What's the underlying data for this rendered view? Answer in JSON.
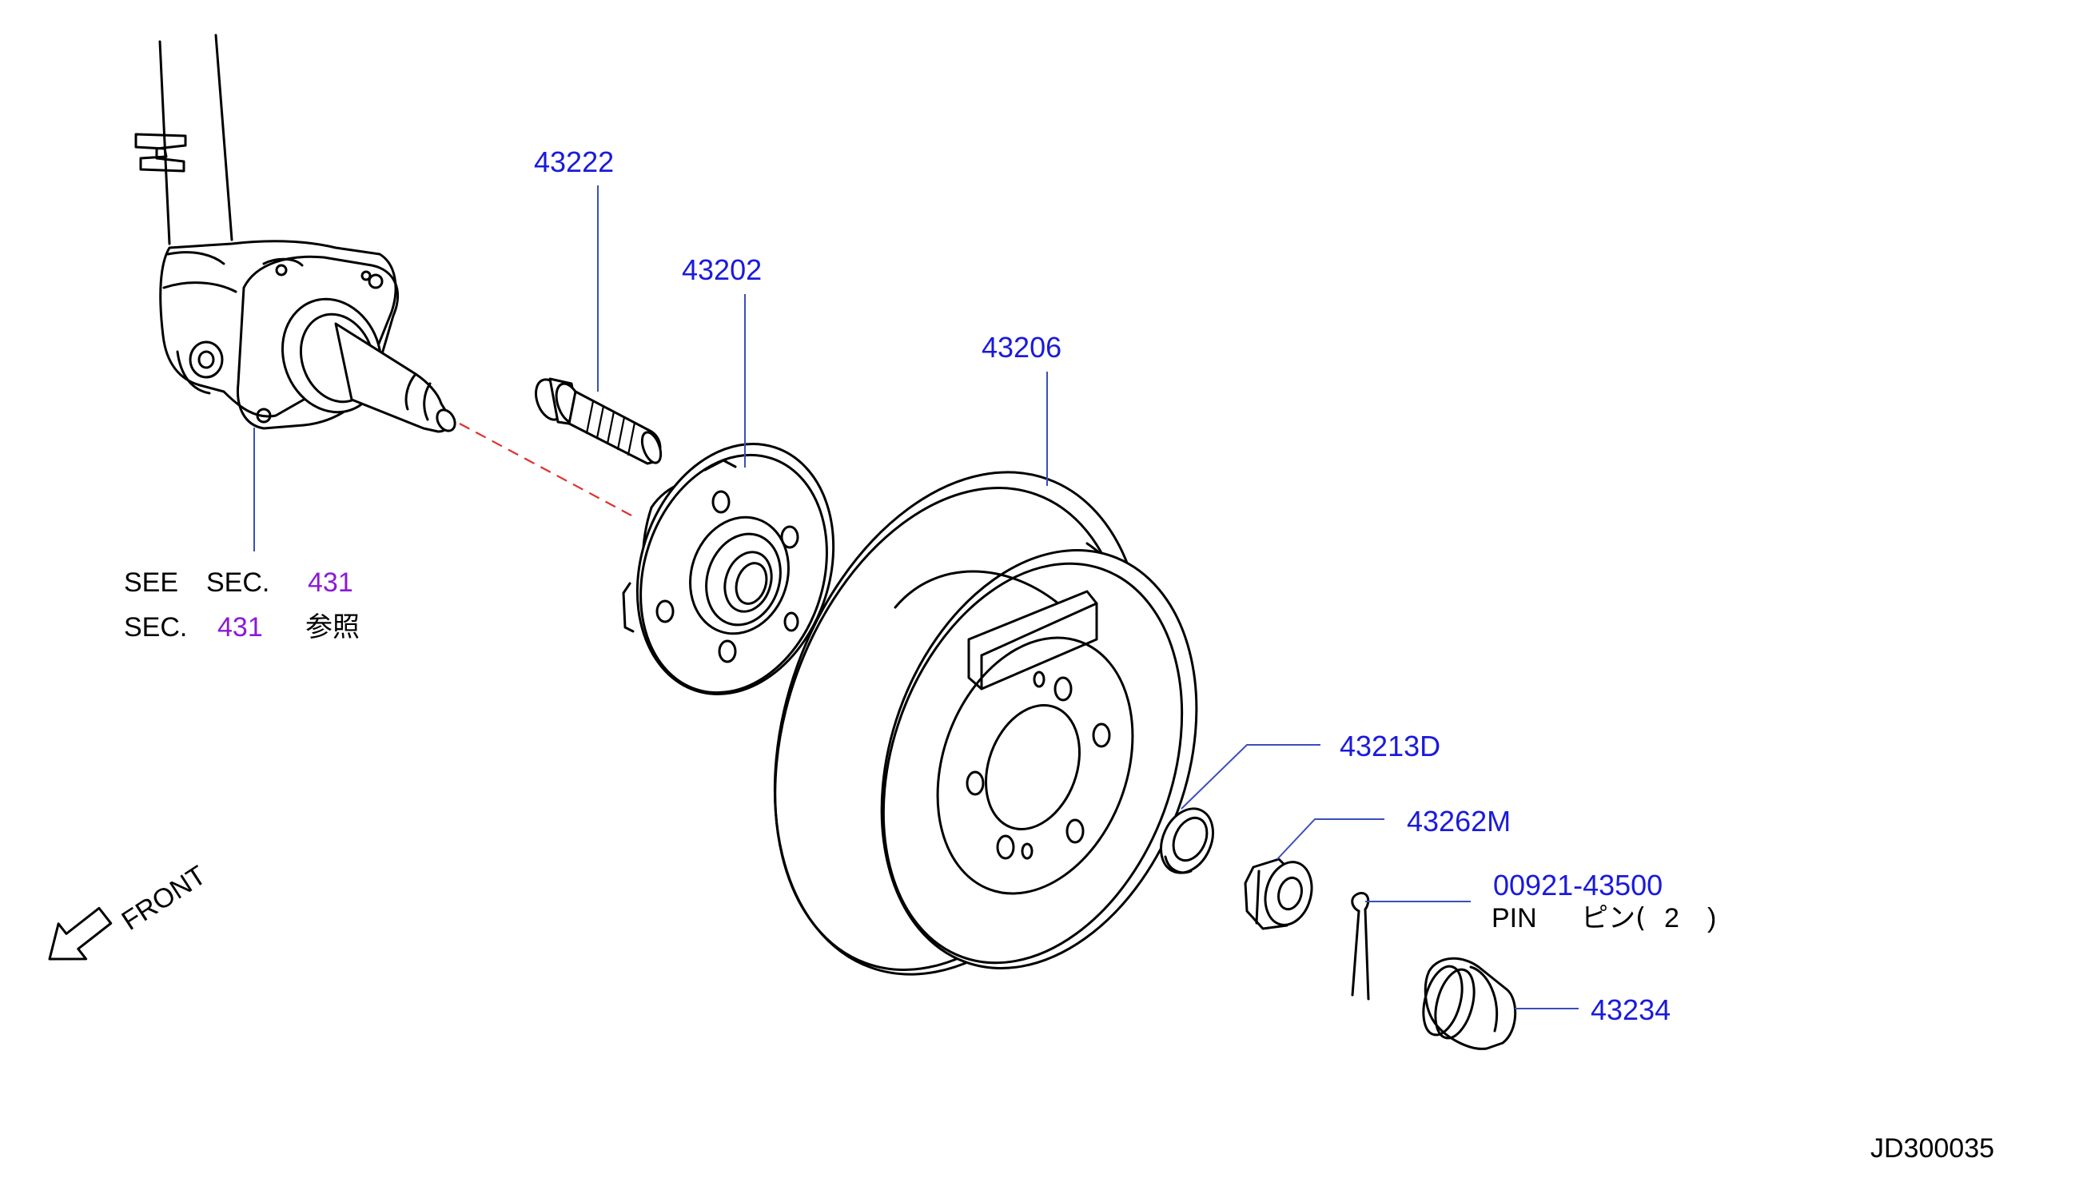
{
  "colors": {
    "part_number": "#1a1adc",
    "section_number": "#8a1ad8",
    "leader_line": "#3a4fb8",
    "hidden_line": "#e0302a",
    "text": "#000000"
  },
  "callouts": {
    "bolt": "43222",
    "hub": "43202",
    "drum": "43206",
    "washer": "43213D",
    "nut": "43262M",
    "pin_number": "00921-43500",
    "cap": "43234"
  },
  "pin_desc": {
    "label": "PIN",
    "jp_label": "ピン(",
    "qty": "2",
    "close": ")"
  },
  "see_section": {
    "line1_see": "SEE",
    "line1_sec": "SEC.",
    "line1_num": "431",
    "line2_sec": "SEC.",
    "line2_num": "431",
    "line2_jp": "参照"
  },
  "front_label": "FRONT",
  "diagram_code": "JD300035",
  "icons": {
    "front_arrow": "arrow-down-left-icon"
  }
}
